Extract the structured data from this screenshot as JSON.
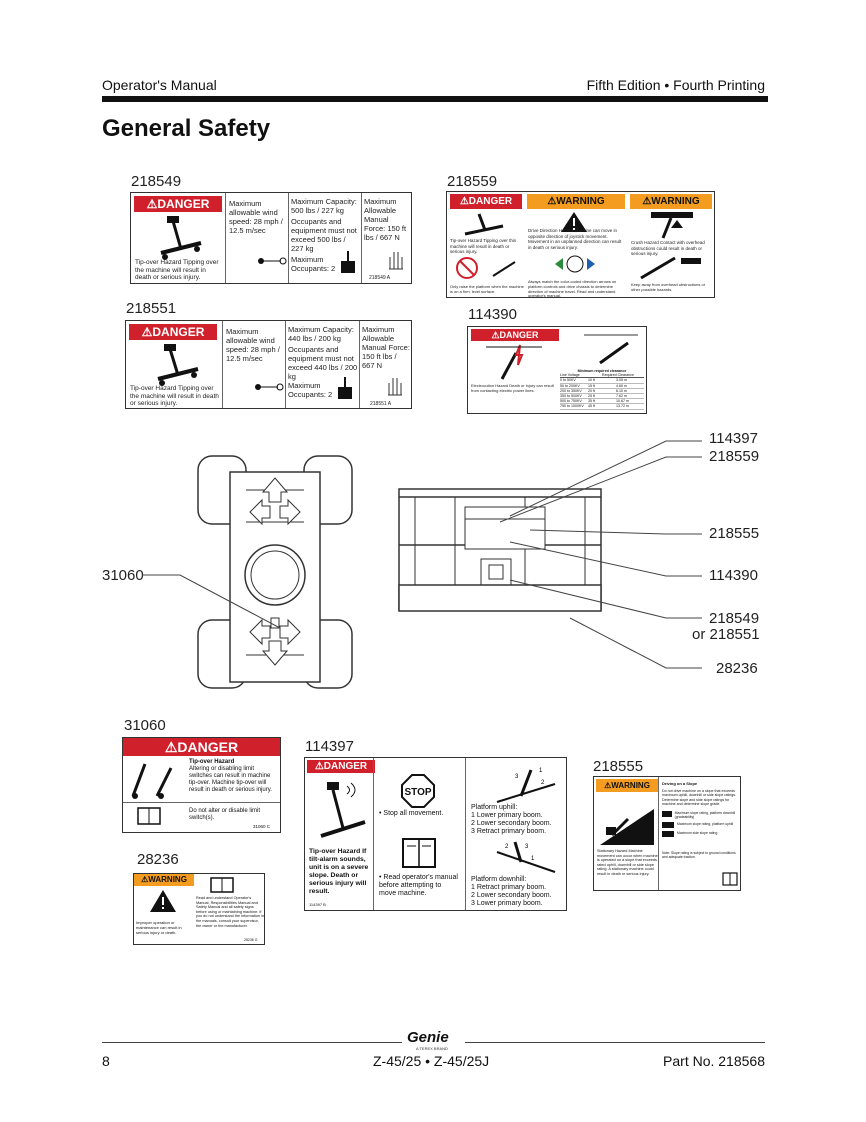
{
  "header": {
    "left": "Operator's Manual",
    "right": "Fifth Edition • Fourth Printing"
  },
  "page_title": "General Safety",
  "decal_218549": {
    "number": "218549",
    "banner": "DANGER",
    "wind": "Maximum allowable wind speed: 28 mph / 12.5 m/sec",
    "capacity": "Maximum Capacity: 500 lbs / 227 kg",
    "occ_equip": "Occupants and equipment must not exceed 500 lbs / 227 kg",
    "force": "Maximum Allowable Manual Force: 150 ft lbs / 667 N",
    "occupants": "Maximum Occupants: 2",
    "hazard": "Tip-over Hazard Tipping over the machine will result in death or serious injury.",
    "code": "218549 A"
  },
  "decal_218551": {
    "number": "218551",
    "banner": "DANGER",
    "wind": "Maximum allowable wind speed: 28 mph / 12.5 m/sec",
    "capacity": "Maximum Capacity: 440 lbs / 200 kg",
    "occ_equip": "Occupants and equipment must not exceed 440 lbs / 200 kg",
    "force": "Maximum Allowable Manual Force: 150 ft lbs / 667 N",
    "occupants": "Maximum Occupants: 2",
    "hazard": "Tip-over Hazard Tipping over the machine will result in death or serious injury.",
    "code": "218551 A"
  },
  "decal_218559": {
    "number": "218559",
    "banner1": "DANGER",
    "banner2": "WARNING",
    "banner3": "WARNING",
    "p1": "Tip-over Hazard Tipping over this machine will result in death or serious injury.",
    "p2": "Drive Direction Hazard Machine can move in opposite direction of joystick movement. Movement in an unplanned direction can result in death or serious injury.",
    "p3": "Crush Hazard Contact with overhead obstructions could result in death or serious injury.",
    "p1b": "Only raise the platform when the machine is on a firm, level surface.",
    "p2b": "Always match the color-coded direction arrows on platform controls and drive chassis to determine direction of machine travel. Read and understand operator's manual.",
    "p3b": "Keep away from overhead obstructions or other possible hazards."
  },
  "decal_114390": {
    "number": "114390",
    "banner": "DANGER",
    "hazard": "Electrocution Hazard Death or injury can result from contacting electric power lines.",
    "table_title": "Minimum required clearance",
    "col1": "Line Voltage",
    "col2": "Required Clearance",
    "rows": [
      [
        "0 to 50KV",
        "10 ft",
        "3.05 m"
      ],
      [
        "50 to 200KV",
        "15 ft",
        "4.60 m"
      ],
      [
        "200 to 350KV",
        "20 ft",
        "6.10 m"
      ],
      [
        "350 to 500KV",
        "25 ft",
        "7.62 m"
      ],
      [
        "500 to 750KV",
        "35 ft",
        "10.67 m"
      ],
      [
        "750 to 1000KV",
        "45 ft",
        "13.72 m"
      ]
    ]
  },
  "callouts_right": [
    "114397",
    "218559",
    "218555",
    "114390",
    "218549",
    "or 218551",
    "28236"
  ],
  "callout_left": "31060",
  "decal_31060": {
    "number": "31060",
    "banner": "DANGER",
    "hazard_title": "Tip-over Hazard",
    "hazard_text": "Altering or disabling limit switches can result in machine tip-over. Machine tip-over will result in death or serious injury.",
    "instruction": "Do not alter or disable limit switch(s).",
    "code": "31060 C"
  },
  "decal_114397": {
    "number": "114397",
    "banner": "DANGER",
    "stop_sign": "STOP",
    "hazard": "Tip-over Hazard If tilt-alarm sounds, unit is on a severe slope. Death or serious injury will result.",
    "stop_movement": "Stop all movement.",
    "read_manual": "Read operator's manual before attempting to move machine.",
    "uphill_title": "Platform uphill:",
    "uphill": [
      "Lower primary boom.",
      "Lower secondary boom.",
      "Retract primary boom."
    ],
    "downhill_title": "Platform downhill:",
    "downhill": [
      "Retract primary boom.",
      "Lower secondary boom.",
      "Lower primary boom."
    ],
    "code": "114397 B"
  },
  "decal_28236": {
    "number": "28236",
    "banner": "WARNING",
    "text": "Read and understand Operator's Manual, Responsibilities Manual and Safety Manual and all safety signs before using or maintaining machine. If you do not understand the information in the manuals, consult your supervisor, the owner or the manufacturer.",
    "left": "Improper operation or maintenance can result in serious injury or death.",
    "code": "28236 G"
  },
  "decal_218555": {
    "number": "218555",
    "banner": "WARNING",
    "title": "Driving on a Slope",
    "hazard": "Stationary Hazard Machine movement can occur when machine is operated on a slope that exceeds rated uphill, downhill or side slope rating. A stationary machine could result in death or serious injury.",
    "right": "Do not drive machine on a slope that exceeds maximum uphill, downhill or side slope ratings. Determine slope and side slope ratings for machine and determine slope grade.",
    "note": "Note: Slope rating is subject to ground conditions and adequate traction.",
    "rows": [
      "Maximum slope rating, platform downhill (gradeability)",
      "Maximum slope rating, platform uphill",
      "Maximum side slope rating"
    ]
  },
  "footer": {
    "brand": "Genie",
    "tagline": "A TEREX BRAND",
    "page": "8",
    "model": "Z-45/25 • Z-45/25J",
    "part": "Part No. 218568"
  }
}
